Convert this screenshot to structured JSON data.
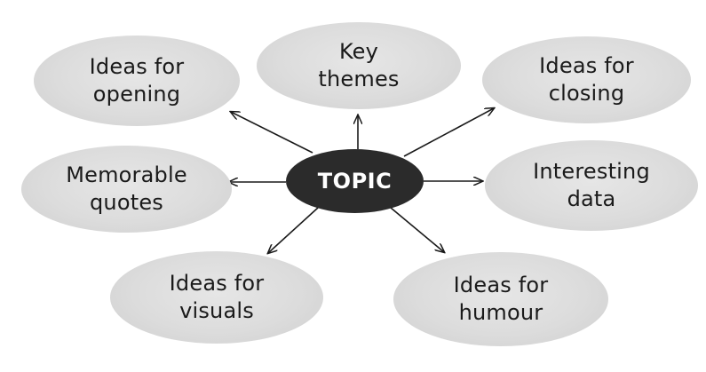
{
  "diagram": {
    "center": {
      "label": "TOPIC"
    },
    "nodes": [
      {
        "id": "opening",
        "lines": [
          "Ideas for",
          "opening"
        ]
      },
      {
        "id": "themes",
        "lines": [
          "Key",
          "themes"
        ]
      },
      {
        "id": "closing",
        "lines": [
          "Ideas for",
          "closing"
        ]
      },
      {
        "id": "quotes",
        "lines": [
          "Memorable",
          "quotes"
        ]
      },
      {
        "id": "data",
        "lines": [
          "Interesting",
          "data"
        ]
      },
      {
        "id": "visuals",
        "lines": [
          "Ideas for",
          "visuals"
        ]
      },
      {
        "id": "humour",
        "lines": [
          "Ideas for",
          "humour"
        ]
      }
    ],
    "edges": [
      {
        "from": "center",
        "to": "opening"
      },
      {
        "from": "center",
        "to": "themes"
      },
      {
        "from": "center",
        "to": "closing"
      },
      {
        "from": "center",
        "to": "quotes"
      },
      {
        "from": "center",
        "to": "data"
      },
      {
        "from": "center",
        "to": "visuals"
      },
      {
        "from": "center",
        "to": "humour"
      }
    ],
    "colors": {
      "center_fill": "#2b2b2b",
      "center_text": "#ffffff",
      "node_fill": "#dcdcdc",
      "node_text": "#1a1a1a",
      "arrow": "#1a1a1a"
    }
  }
}
